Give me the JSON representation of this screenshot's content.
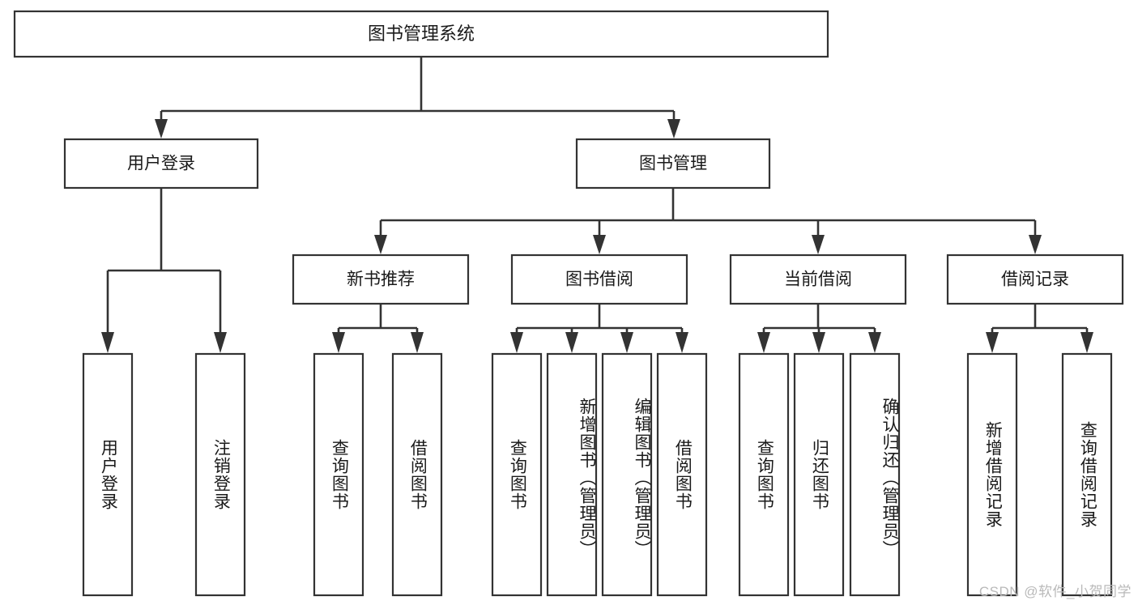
{
  "diagram": {
    "type": "tree",
    "title": "图书管理系统",
    "watermark": "CSDN @软件_小贺同学",
    "colors": {
      "box_stroke": "#333333",
      "box_fill": "#ffffff",
      "line": "#333333",
      "text": "#1a1a1a",
      "background": "#ffffff",
      "watermark": "#b9b9b9"
    },
    "root": {
      "label": "图书管理系统"
    },
    "level2": [
      {
        "label": "用户登录"
      },
      {
        "label": "图书管理"
      }
    ],
    "level3": [
      {
        "label": "新书推荐"
      },
      {
        "label": "图书借阅"
      },
      {
        "label": "当前借阅"
      },
      {
        "label": "借阅记录"
      }
    ],
    "leaves": {
      "user_login": [
        {
          "label": "用户登录"
        },
        {
          "label": "注销登录"
        }
      ],
      "new_book_recommend": [
        {
          "label": "查询图书"
        },
        {
          "label": "借阅图书"
        }
      ],
      "book_borrow": [
        {
          "label": "查询图书"
        },
        {
          "label": "新增图书（管理员）"
        },
        {
          "label": "编辑图书（管理员）"
        },
        {
          "label": "借阅图书"
        }
      ],
      "current_borrow": [
        {
          "label": "查询图书"
        },
        {
          "label": "归还图书"
        },
        {
          "label": "确认归还（管理员）"
        }
      ],
      "borrow_record": [
        {
          "label": "新增借阅记录"
        },
        {
          "label": "查询借阅记录"
        }
      ]
    }
  }
}
